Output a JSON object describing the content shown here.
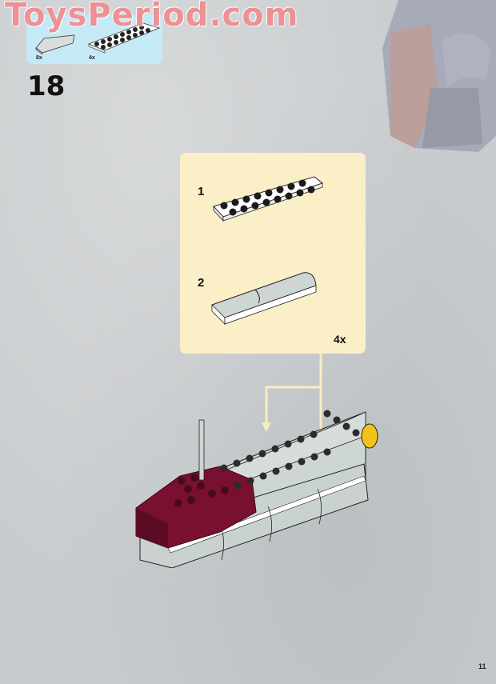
{
  "watermark": {
    "text": "ToysPeriod.com",
    "color": "#f08a8e"
  },
  "parts_list": {
    "background": "#c5eaf5",
    "items": [
      {
        "name": "light gray 2x4 curved slope",
        "quantity": "8x",
        "color": "#cfd6d4"
      },
      {
        "name": "white 2x8 plate",
        "quantity": "4x",
        "color": "#ffffff"
      }
    ]
  },
  "step": {
    "number": "18"
  },
  "callout": {
    "background": "#fbefc7",
    "sub_steps": [
      {
        "number": "1",
        "part": "white 2x8 plate"
      },
      {
        "number": "2",
        "part": "light gray curved slopes on plate"
      }
    ],
    "multiplier": "4x"
  },
  "model": {
    "colors": {
      "body": "#cdd6d2",
      "dark_red": "#7a1030",
      "accent_yellow": "#f2c21b"
    }
  },
  "page": {
    "number": "11"
  }
}
